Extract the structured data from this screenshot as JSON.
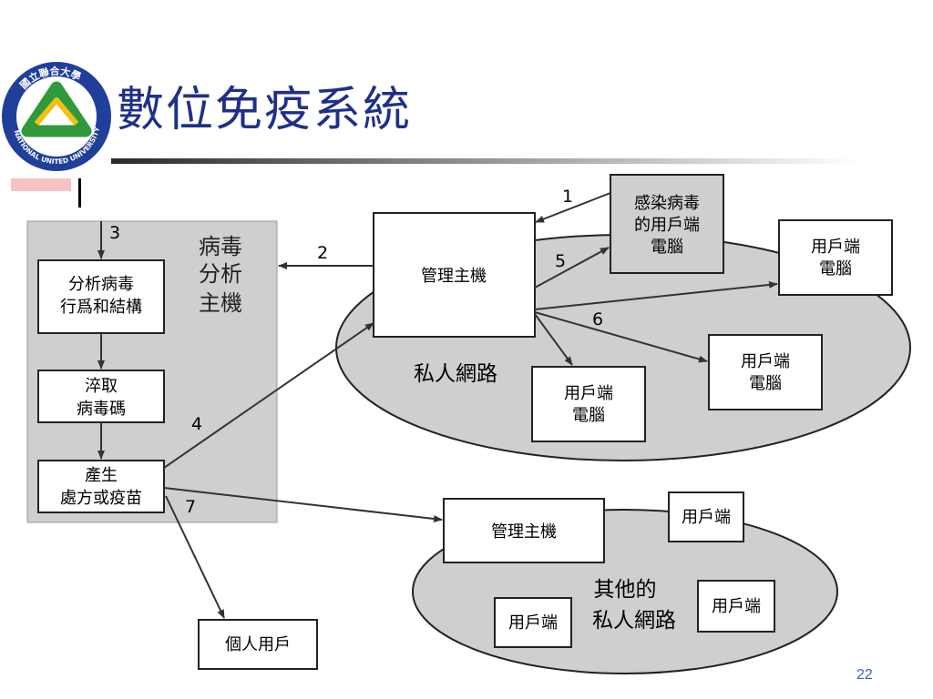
{
  "slide": {
    "title": "數位免疫系統",
    "page_number": "22"
  },
  "logo": {
    "arc_text": "國立聯合大學",
    "ring_text": "NATIONAL UNITED UNIVERSITY"
  },
  "diagram": {
    "analysis_panel": {
      "label_line1": "病毒",
      "label_line2": "分析",
      "label_line3": "主機"
    },
    "step_analyze": {
      "line1": "分析病毒",
      "line2": "行爲和結構"
    },
    "step_extract": {
      "line1": "淬取",
      "line2": "病毒碼"
    },
    "step_produce": {
      "line1": "產生",
      "line2": "處方或疫苗"
    },
    "admin_host_main": "管理主機",
    "private_network_label": "私人網路",
    "infected_client": {
      "line1": "感染病毒",
      "line2": "的用戶端",
      "line3": "電腦"
    },
    "client_pc": {
      "line1": "用戶端",
      "line2": "電腦"
    },
    "admin_host_other": "管理主機",
    "other_network": {
      "line1": "其他的",
      "line2": "私人網路"
    },
    "client_short": "用戶端",
    "individual_user": "個人用戶",
    "arrow_labels": [
      "1",
      "2",
      "3",
      "4",
      "5",
      "6",
      "7"
    ]
  }
}
